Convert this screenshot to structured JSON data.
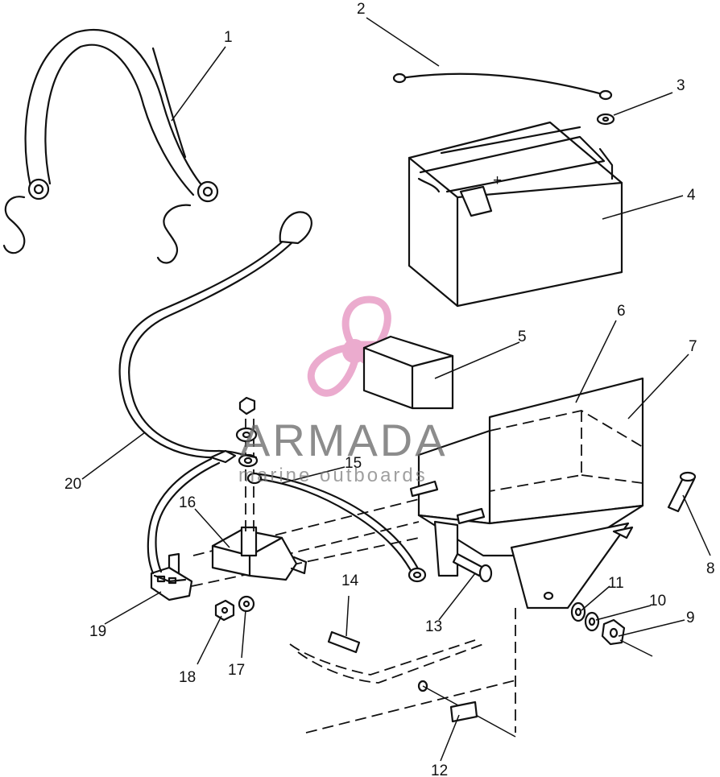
{
  "callouts": [
    {
      "id": "1",
      "label": "1"
    },
    {
      "id": "2",
      "label": "2"
    },
    {
      "id": "3",
      "label": "3"
    },
    {
      "id": "4",
      "label": "4"
    },
    {
      "id": "5",
      "label": "5"
    },
    {
      "id": "6",
      "label": "6"
    },
    {
      "id": "7",
      "label": "7"
    },
    {
      "id": "8",
      "label": "8"
    },
    {
      "id": "9",
      "label": "9"
    },
    {
      "id": "10",
      "label": "10"
    },
    {
      "id": "11",
      "label": "11"
    },
    {
      "id": "12",
      "label": "12"
    },
    {
      "id": "13",
      "label": "13"
    },
    {
      "id": "14",
      "label": "14"
    },
    {
      "id": "15",
      "label": "15"
    },
    {
      "id": "16",
      "label": "16"
    },
    {
      "id": "17",
      "label": "17"
    },
    {
      "id": "18",
      "label": "18"
    },
    {
      "id": "19",
      "label": "19"
    },
    {
      "id": "20",
      "label": "20"
    }
  ],
  "battery": {
    "terminal_symbol": "+"
  },
  "watermark": {
    "brand": "ARMADA",
    "tagline": "marine outboards",
    "logo_icon": "propeller-icon",
    "logo_color": "#e9a3c9"
  }
}
